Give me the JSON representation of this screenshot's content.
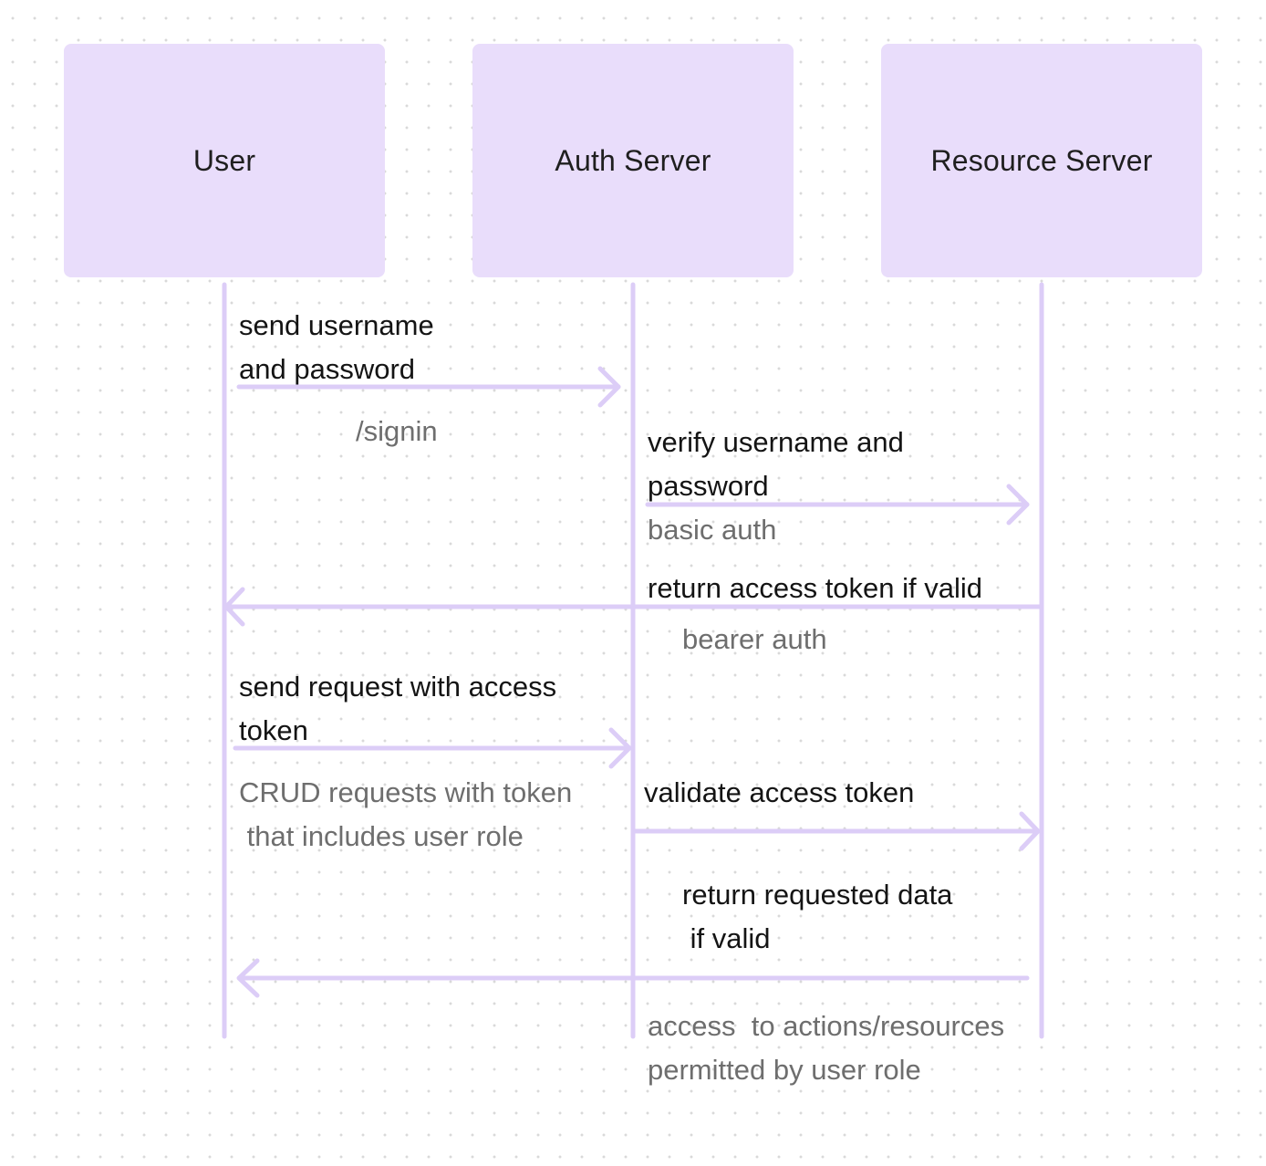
{
  "diagram": {
    "colors": {
      "actor_fill": "#e9ddfb",
      "line": "#dccdf7",
      "message_text": "#141414",
      "note_text": "#6e6e6e",
      "actor_text": "#1f1f1f"
    },
    "actors": {
      "user": "User",
      "auth": "Auth Server",
      "resource": "Resource Server"
    },
    "messages": [
      {
        "from": "user",
        "to": "auth",
        "lines": [
          "send username",
          "and password"
        ],
        "note": [
          "/signin"
        ]
      },
      {
        "from": "auth",
        "to": "resource",
        "lines": [
          "verify username and",
          "password"
        ],
        "note": [
          "basic auth"
        ]
      },
      {
        "from": "resource",
        "to": "user",
        "lines": [
          "return access token if valid"
        ],
        "note": [
          "bearer auth"
        ]
      },
      {
        "from": "user",
        "to": "auth",
        "lines": [
          "send request with access",
          "token"
        ],
        "note": [
          "CRUD requests with token",
          " that includes user role"
        ]
      },
      {
        "from": "auth",
        "to": "resource",
        "lines": [
          "validate access token"
        ],
        "note": []
      },
      {
        "from": "resource",
        "to": "user",
        "lines": [
          "return requested data",
          " if valid"
        ],
        "note": []
      }
    ],
    "footer_note": [
      "access  to actions/resources",
      "permitted by user role"
    ]
  }
}
